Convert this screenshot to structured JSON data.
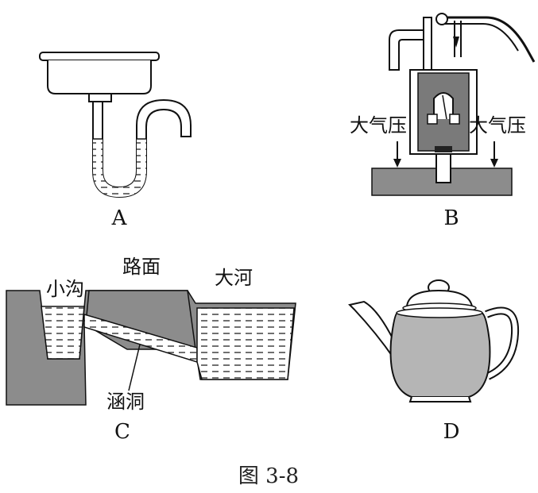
{
  "panels": {
    "a": {
      "label": "A"
    },
    "b": {
      "label": "B",
      "pressure_left": "大气压",
      "pressure_right": "大气压"
    },
    "c": {
      "label": "C",
      "ditch": "小沟",
      "road": "路面",
      "river": "大河",
      "culvert": "涵洞"
    },
    "d": {
      "label": "D"
    }
  },
  "caption": "图 3-8",
  "colors": {
    "ink": "#111111",
    "water_fill": "#ffffff",
    "ground_gray": "#8c8c8c",
    "pump_gray": "#7a7a7a",
    "tea_gray": "#b5b5b5"
  }
}
